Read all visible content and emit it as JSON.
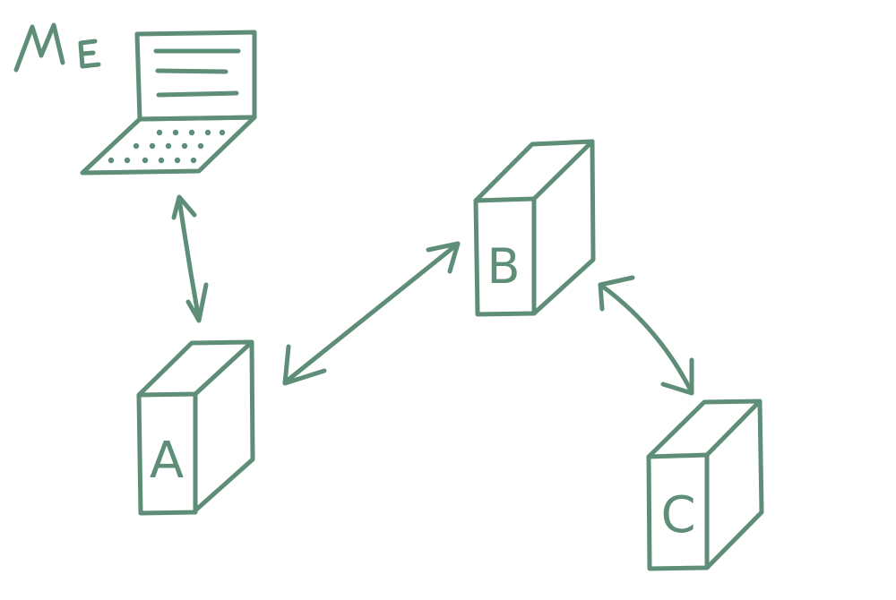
{
  "colors": {
    "ink": "#5f8e78",
    "background": "#ffffff"
  },
  "nodes": {
    "me": {
      "label": "ME",
      "icon": "laptop-icon"
    },
    "a": {
      "label": "A",
      "icon": "server-box-icon"
    },
    "b": {
      "label": "B",
      "icon": "server-box-icon"
    },
    "c": {
      "label": "C",
      "icon": "server-box-icon"
    }
  },
  "connections": [
    {
      "from": "me",
      "to": "a",
      "direction": "both"
    },
    {
      "from": "a",
      "to": "b",
      "direction": "both"
    },
    {
      "from": "b",
      "to": "c",
      "direction": "both"
    }
  ]
}
